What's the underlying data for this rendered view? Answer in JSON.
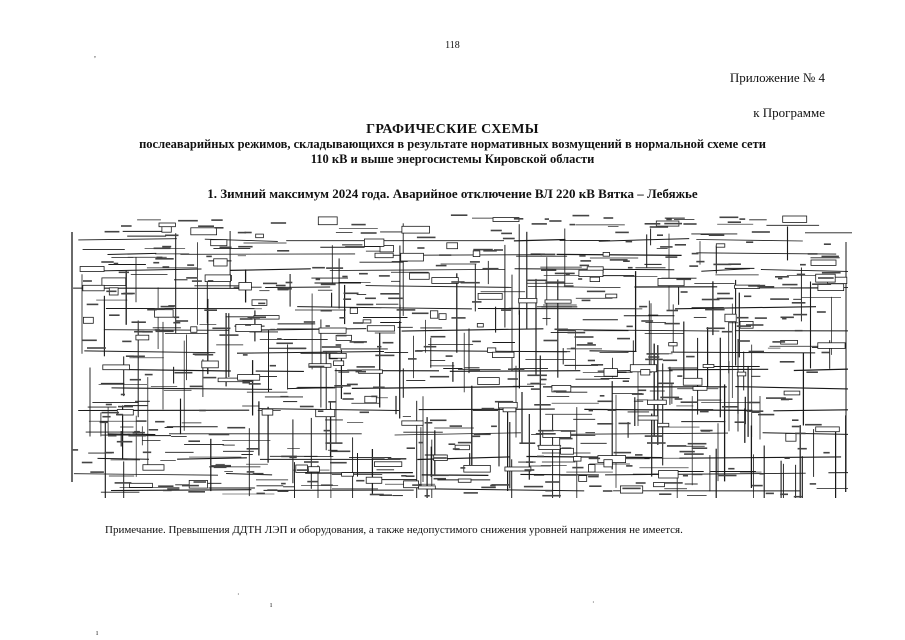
{
  "page_number": "118",
  "appendix": "Приложение № 4",
  "program": "к Программе",
  "heading": {
    "title": "ГРАФИЧЕСКИЕ СХЕМЫ",
    "line1": "послеаварийных режимов, складывающихся в результате нормативных возмущений в нормальной схеме сети",
    "line2": "110 кВ и выше энергосистемы Кировской области"
  },
  "section_title": "1. Зимний максимум 2024 года. Аварийное отключение ВЛ 220 кВ Вятка – Лебяжье",
  "note": "Примечание. Превышения ДДТН ЛЭП и оборудования, а также недопустимого снижения уровней напряжения не имеется.",
  "scheme": {
    "kind": "power-grid-single-line-diagram",
    "line_color": "#1a1a1a"
  }
}
